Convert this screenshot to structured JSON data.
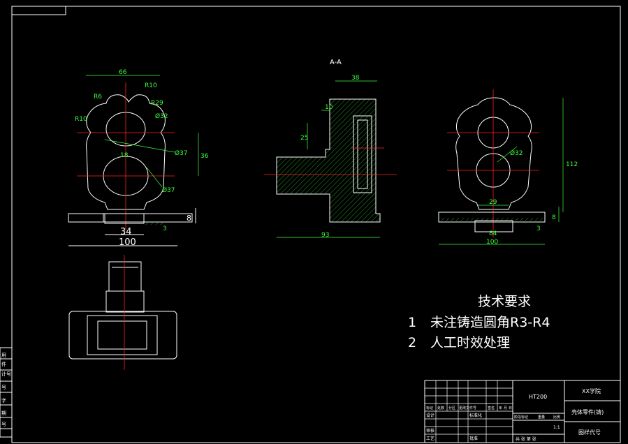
{
  "section_label": "A-A",
  "dims": {
    "front_width": "66",
    "r_top": "R10",
    "r_small": "R6",
    "r_mid": "R29",
    "d_bore": "Ø32",
    "r_left": "R10",
    "d_hole_a": "Ø37",
    "center_dist": "36",
    "gap": "18",
    "d_hole_b": "Ø37",
    "base_slot": "34",
    "base_total": "100",
    "base_t": "8",
    "base_step": "3",
    "sec_top": "38",
    "sec_lip": "10",
    "sec_h": "25",
    "sec_total": "93",
    "side_height": "112",
    "side_hole": "Ø32",
    "side_gap": "29",
    "side_slot": "84",
    "side_total": "100",
    "side_base_t": "8",
    "side_step": "3"
  },
  "notes": {
    "title": "技术要求",
    "items": [
      {
        "num": "1",
        "text": "未注铸造圆角R3-R4"
      },
      {
        "num": "2",
        "text": "人工时效处理"
      }
    ]
  },
  "title_block": {
    "material": "HT200",
    "school": "XX学院",
    "part_name": "壳体零件(铸)",
    "drawing_no_label": "图样代号",
    "scale": "1:1",
    "row_labels": [
      "标记",
      "处数",
      "分区",
      "更改文件号",
      "签名",
      "年",
      "月",
      "日"
    ],
    "design": "设计",
    "check": "审核",
    "process": "工艺",
    "standard": "标准化",
    "approve": "批准",
    "stage_labels": [
      "阶段标记",
      "重量",
      "比例"
    ],
    "sheet": "共 张 第 张"
  },
  "left_block": [
    "用",
    "件",
    "计号",
    "号",
    "字",
    "期",
    "号"
  ]
}
